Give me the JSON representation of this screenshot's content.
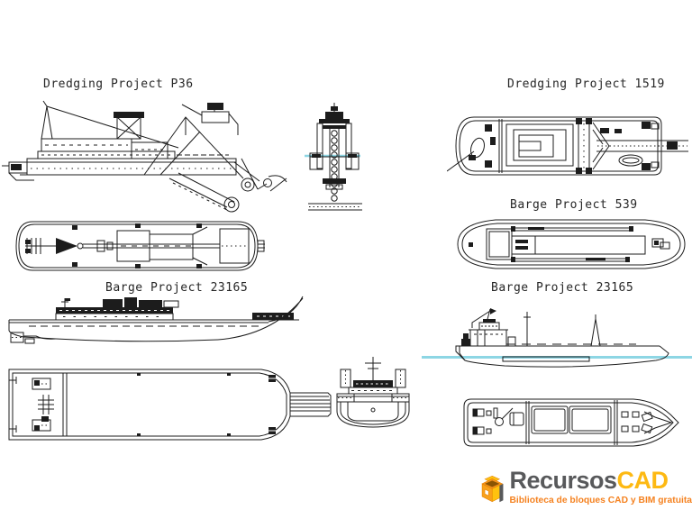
{
  "labels": {
    "dredging_p36": "Dredging Project P36",
    "dredging_1519": "Dredging Project 1519",
    "barge_539": "Barge Project 539",
    "barge_23165_left": "Barge Project 23165",
    "barge_23165_right": "Barge Project 23165"
  },
  "drawings": {
    "p36_side": "dredger-side-elevation",
    "p36_plan": "dredger-plan-view",
    "bow_elevation": "dredger-bow-elevation-with-waterline",
    "d1519_plan": "dredger-plan-view-with-bucket-ladder",
    "b539_plan": "barge-plan-view",
    "b23165_side_left": "barge-side-elevation",
    "b23165_plan_left": "barge-deck-plan-with-tow-bracket",
    "b23165_bow": "barge-bow-elevation",
    "b23165_side_right": "barge-side-elevation-with-waterline",
    "b23165_plan_right": "barge-deck-plan"
  },
  "logo": {
    "icon": "recursoscad-cube-logo",
    "brand_primary": "Recursos",
    "brand_accent": "CAD",
    "tagline": "Biblioteca de bloques CAD y BIM gratuita"
  },
  "colors": {
    "line": "#1c1c1c",
    "label_text": "#262626",
    "waterline": "#8dd6e4",
    "logo_gray": "#58595b",
    "logo_cad": "#fdb913",
    "logo_orange": "#f7941d",
    "logo_yellow": "#ffc20e",
    "logo_face": "#f9a11b",
    "logo_tagline": "#f58220"
  }
}
